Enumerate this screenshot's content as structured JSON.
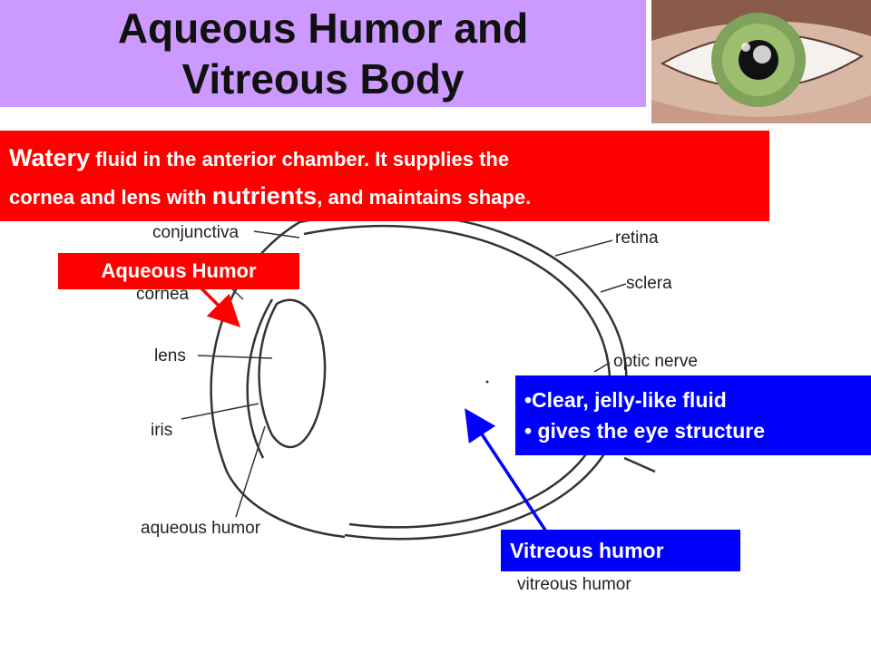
{
  "title": {
    "line1": "Aqueous Humor and",
    "line2": "Vitreous Body"
  },
  "description": {
    "w1": "Watery",
    "t1": " fluid in the anterior chamber. It supplies the",
    "t2": "cornea and lens with ",
    "w2": "nutrients",
    "t3": ", and maintains shape."
  },
  "callouts": {
    "aqueous": "Aqueous Humor",
    "vitreous": "Vitreous humor",
    "bullets": [
      "•Clear, jelly-like fluid",
      "• gives the eye structure"
    ]
  },
  "diagram_labels": {
    "conjunctiva": "conjunctiva",
    "cornea": "cornea",
    "lens": "lens",
    "iris": "iris",
    "aqueous_humor": "aqueous humor",
    "retina": "retina",
    "sclera": "sclera",
    "optic_nerve": "optic nerve",
    "vitreous_humor": "vitreous humor"
  },
  "colors": {
    "title_bg": "#cc99ff",
    "callout_red": "#ff0000",
    "callout_blue": "#0000ff",
    "iris_green": "#7fa35a"
  }
}
